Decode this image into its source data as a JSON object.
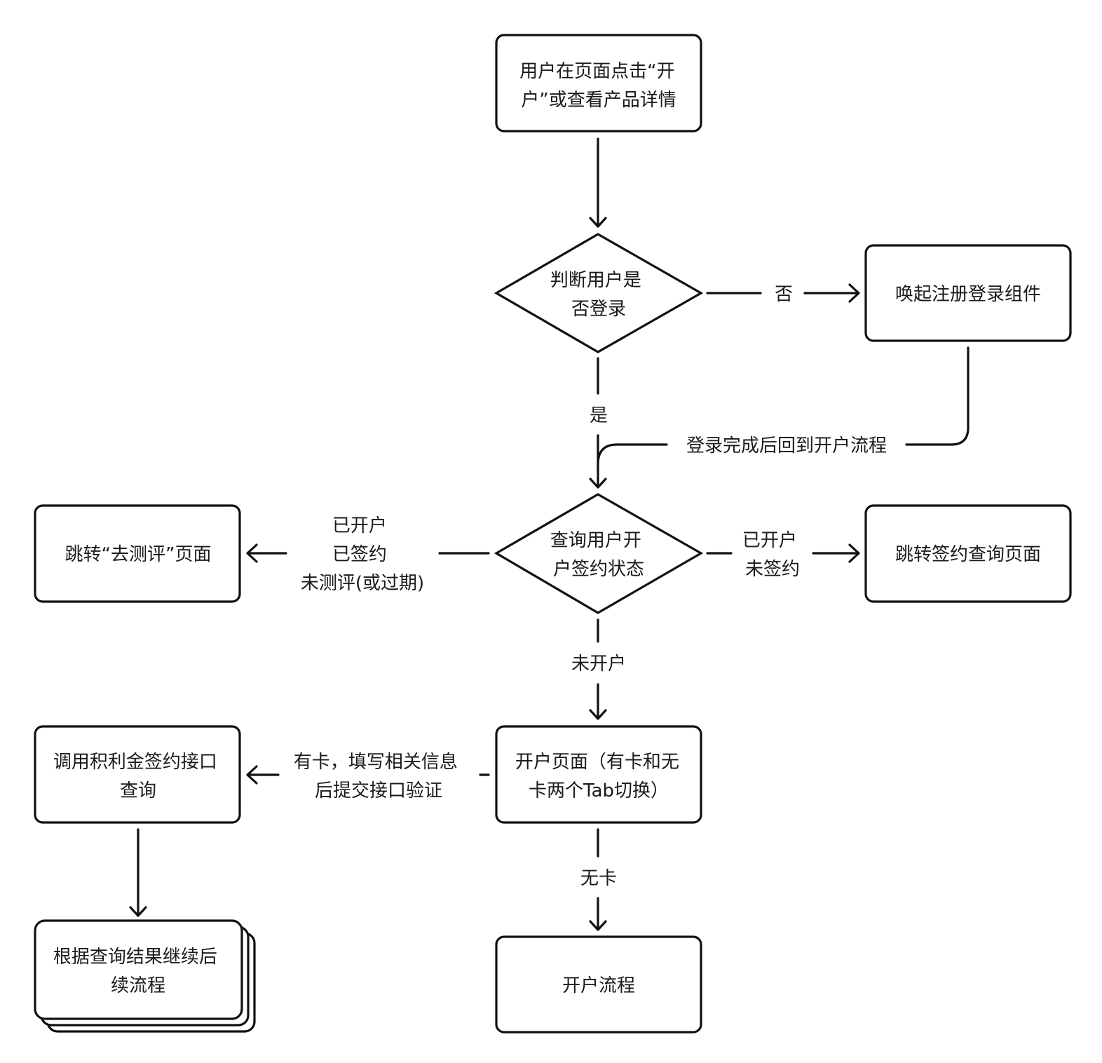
{
  "nodes": {
    "start": {
      "lines": [
        "用户在页面点击“开",
        "户”或查看产品详情"
      ]
    },
    "check_login": {
      "lines": [
        "判断用户是",
        "否登录"
      ]
    },
    "register": {
      "lines": [
        "唤起注册登录组件"
      ]
    },
    "check_status": {
      "lines": [
        "查询用户开",
        "户签约状态"
      ]
    },
    "go_eval": {
      "lines": [
        "跳转“去测评”页面"
      ]
    },
    "sign_query": {
      "lines": [
        "跳转签约查询页面"
      ]
    },
    "open_page": {
      "lines": [
        "开户页面（有卡和无",
        "卡两个Tab切换）"
      ]
    },
    "call_api": {
      "lines": [
        "调用积利金签约接口",
        "查询"
      ]
    },
    "continue": {
      "lines": [
        "根据查询结果继续后",
        "续流程"
      ]
    },
    "open_flow": {
      "lines": [
        "开户流程"
      ]
    }
  },
  "edges": {
    "no": {
      "lines": [
        "否"
      ]
    },
    "yes": {
      "lines": [
        "是"
      ]
    },
    "return": {
      "lines": [
        "登录完成后回到开户流程"
      ]
    },
    "opened_signed": {
      "lines": [
        "已开户",
        "已签约",
        "未测评(或过期)"
      ]
    },
    "opened_unsigned": {
      "lines": [
        "已开户",
        "未签约"
      ]
    },
    "not_opened": {
      "lines": [
        "未开户"
      ]
    },
    "has_card": {
      "lines": [
        "有卡，填写相关信息",
        "后提交接口验证"
      ]
    },
    "no_card": {
      "lines": [
        "无卡"
      ]
    }
  }
}
